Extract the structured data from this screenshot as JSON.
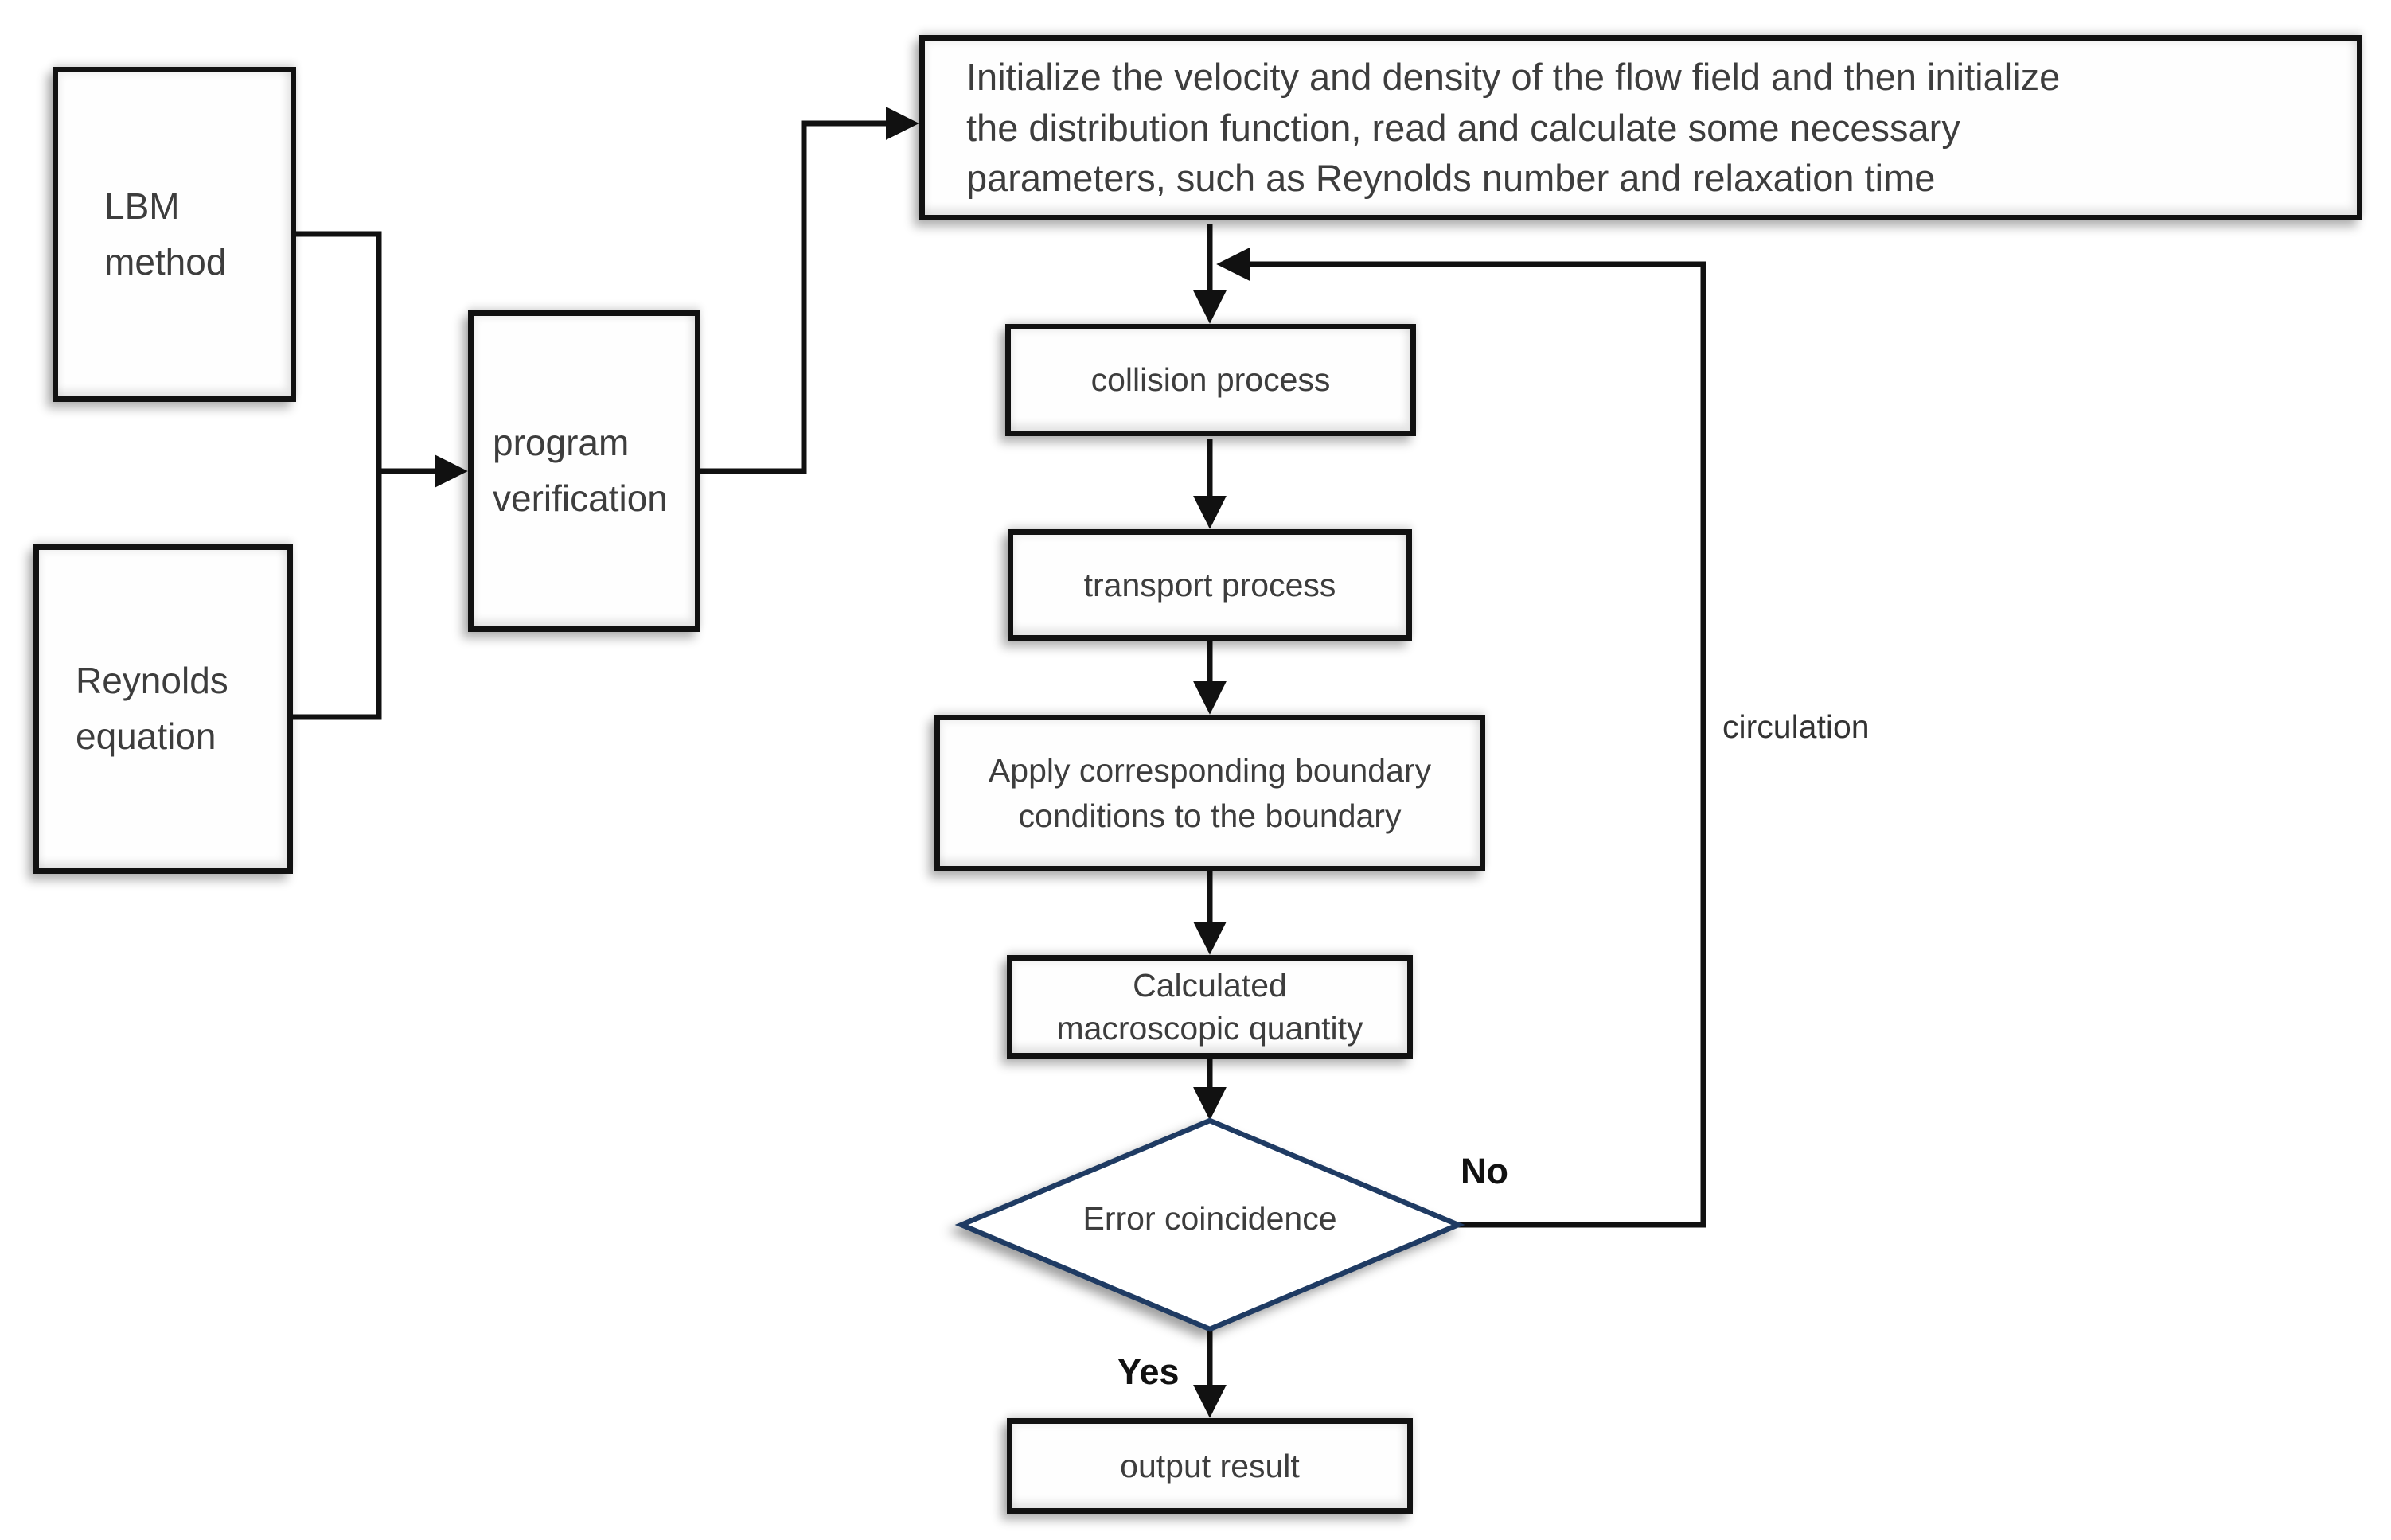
{
  "nodes": {
    "lbm": {
      "line1": "LBM",
      "line2": "method"
    },
    "reynolds": {
      "line1": "Reynolds",
      "line2": "equation"
    },
    "program_verification": {
      "line1": "program",
      "line2": "verification"
    },
    "initialize": {
      "line1": "Initialize the velocity and density of the flow field and then initialize",
      "line2": "the distribution function, read and calculate some necessary",
      "line3": "parameters, such as Reynolds number and relaxation time"
    },
    "collision": {
      "label": "collision process"
    },
    "transport": {
      "label": "transport process"
    },
    "apply_boundary": {
      "line1": "Apply corresponding boundary",
      "line2": "conditions to the boundary"
    },
    "calc_macroscopic": {
      "line1": "Calculated",
      "line2": "macroscopic quantity"
    },
    "error_coincidence": {
      "label": "Error coincidence"
    },
    "output": {
      "label": "output result"
    }
  },
  "edge_labels": {
    "no": "No",
    "yes": "Yes",
    "circulation": "circulation"
  },
  "colors": {
    "line": "#111111",
    "box_border": "#111111",
    "diamond_border": "#1f3b63",
    "text": "#3d3d3d",
    "bold_label": "#111111",
    "circulation_text": "#333333"
  }
}
